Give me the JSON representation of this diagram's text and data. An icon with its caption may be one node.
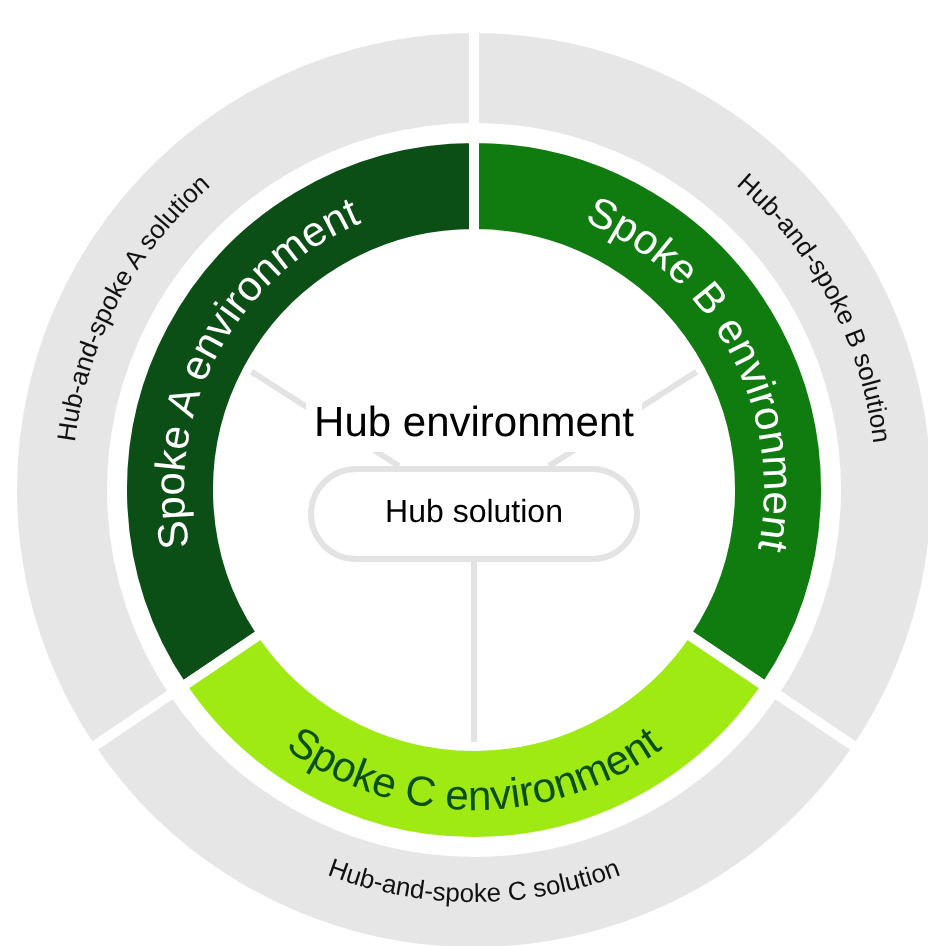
{
  "diagram": {
    "nodes": [
      {
        "text": [
          "Hub-and-spoke A solution"
        ]
      },
      {
        "text": [
          "Hub-and-spoke B solution"
        ]
      },
      {
        "text": [
          "Spoke A environment"
        ]
      },
      {
        "text": [
          "Spoke B environment"
        ]
      },
      {
        "text": [
          "Hub environment"
        ]
      },
      {
        "text": [
          "Hub solution"
        ],
        "in": 4
      },
      {
        "text": [
          "Spoke C environment"
        ]
      },
      {
        "text": [
          "Hub-and-spoke C solution"
        ]
      }
    ],
    "edges": [
      {
        "from": 5,
        "to": 2,
        "arrow": "none"
      },
      {
        "from": 5,
        "to": 3,
        "arrow": "none"
      },
      {
        "from": 5,
        "to": 6,
        "arrow": "none"
      }
    ]
  }
}
